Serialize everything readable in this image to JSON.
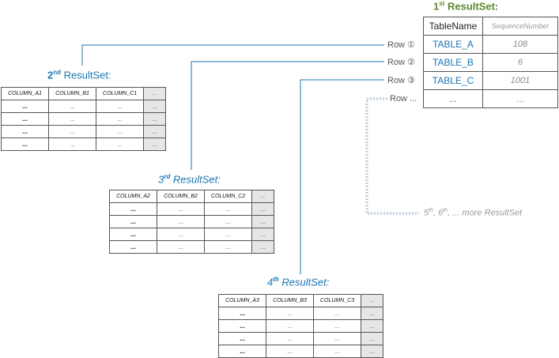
{
  "result1": {
    "title_num": "1",
    "title_sup": "st",
    "title_text": " ResultSet:",
    "headers": [
      "TableName",
      "SequenceNumber"
    ],
    "rows": [
      {
        "label": "Row ①",
        "name": "TABLE_A",
        "seq": "108"
      },
      {
        "label": "Row ②",
        "name": "TABLE_B",
        "seq": "6"
      },
      {
        "label": "Row ③",
        "name": "TABLE_C",
        "seq": "1001"
      },
      {
        "label": "Row  ...",
        "name": "...",
        "seq": "..."
      }
    ]
  },
  "result2": {
    "title_num": "2",
    "title_sup": "nd",
    "title_text": " ResultSet:",
    "headers": [
      "COLUMN_A1",
      "COLUMN_B1",
      "COLUMN_C1",
      "..."
    ],
    "cells": [
      "...",
      "...",
      "...",
      "..."
    ]
  },
  "result3": {
    "title_num": "3",
    "title_sup": "rd",
    "title_text": " ResultSet:",
    "headers": [
      "COLUMN_A2",
      "COLUMN_B2",
      "COLUMN_C2",
      "..."
    ],
    "cells": [
      "...",
      "...",
      "...",
      "..."
    ]
  },
  "result4": {
    "title_num": "4",
    "title_sup": "th",
    "title_text": " ResultSet:",
    "headers": [
      "COLUMN_A3",
      "COLUMN_B3",
      "COLUMN_C3",
      "..."
    ],
    "cells": [
      "...",
      "...",
      "...",
      "..."
    ]
  },
  "more": {
    "n5": "5",
    "sup5": "th",
    "sep": ", ",
    "n6": "6",
    "sup6": "th",
    "rest": ", ... more ResultSet"
  },
  "colors": {
    "link": "#1a76b4",
    "title_green": "#5b8a2e",
    "dashed": "#b9c9dc"
  }
}
